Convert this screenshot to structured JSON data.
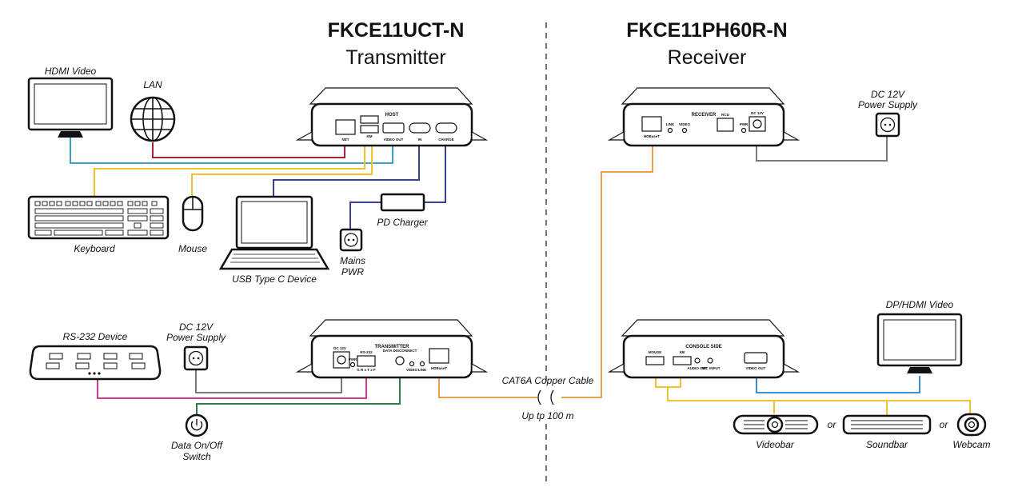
{
  "transmitter_section": {
    "model": "FKCE11UCT-N",
    "role": "Transmitter",
    "host_unit_label": "HOST",
    "host_ports": [
      "NET",
      "KM",
      "VIDEO OUT",
      "IN",
      "CHARGE"
    ],
    "transmitter_unit_label": "TRANSMITTER",
    "transmitter_ports": [
      "DC 12V",
      "PWR",
      "RS-232",
      "G R x T x F",
      "DATA DISCONNECT",
      "VIDEO",
      "LINK",
      "HDBaseT"
    ]
  },
  "receiver_section": {
    "model": "FKCE11PH60R-N",
    "role": "Receiver",
    "receiver_unit_label": "RECEIVER",
    "receiver_ports": [
      "HDBaseT",
      "LINK",
      "VIDEO",
      "RCU",
      "PWR",
      "DC 12V"
    ],
    "console_unit_label": "CONSOLE SIDE",
    "console_ports": [
      "MOUSE",
      "KB",
      "AUDIO OUT",
      "MIC INPUT",
      "VIDEO OUT"
    ]
  },
  "devices": {
    "hdmi_video": "HDMI Video",
    "lan": "LAN",
    "keyboard": "Keyboard",
    "mouse": "Mouse",
    "usb_c_device": "USB Type C Device",
    "pd_charger": "PD Charger",
    "mains_pwr_line1": "Mains",
    "mains_pwr_line2": "PWR",
    "rs232_device": "RS-232 Device",
    "dc_supply_tx_line1": "DC 12V",
    "dc_supply_tx_line2": "Power Supply",
    "data_switch_line1": "Data On/Off",
    "data_switch_line2": "Switch",
    "dc_supply_rx_line1": "DC 12V",
    "dc_supply_rx_line2": "Power Supply",
    "dp_hdmi_video": "DP/HDMI Video",
    "videobar": "Videobar",
    "soundbar": "Soundbar",
    "webcam": "Webcam",
    "or_1": "or",
    "or_2": "or"
  },
  "cable": {
    "name": "CAT6A Copper Cable",
    "distance": "Up tp 100 m"
  },
  "colors": {
    "lan": "#a3243a",
    "hdmi": "#3aa0c6",
    "usb": "#f2c12e",
    "usb_c": "#3b3f8f",
    "power": "#7a7a7a",
    "hdbaset": "#e8a04a",
    "rs232": "#d23a8e",
    "switch": "#2e7d4a",
    "video_out": "#3a8fd0"
  }
}
